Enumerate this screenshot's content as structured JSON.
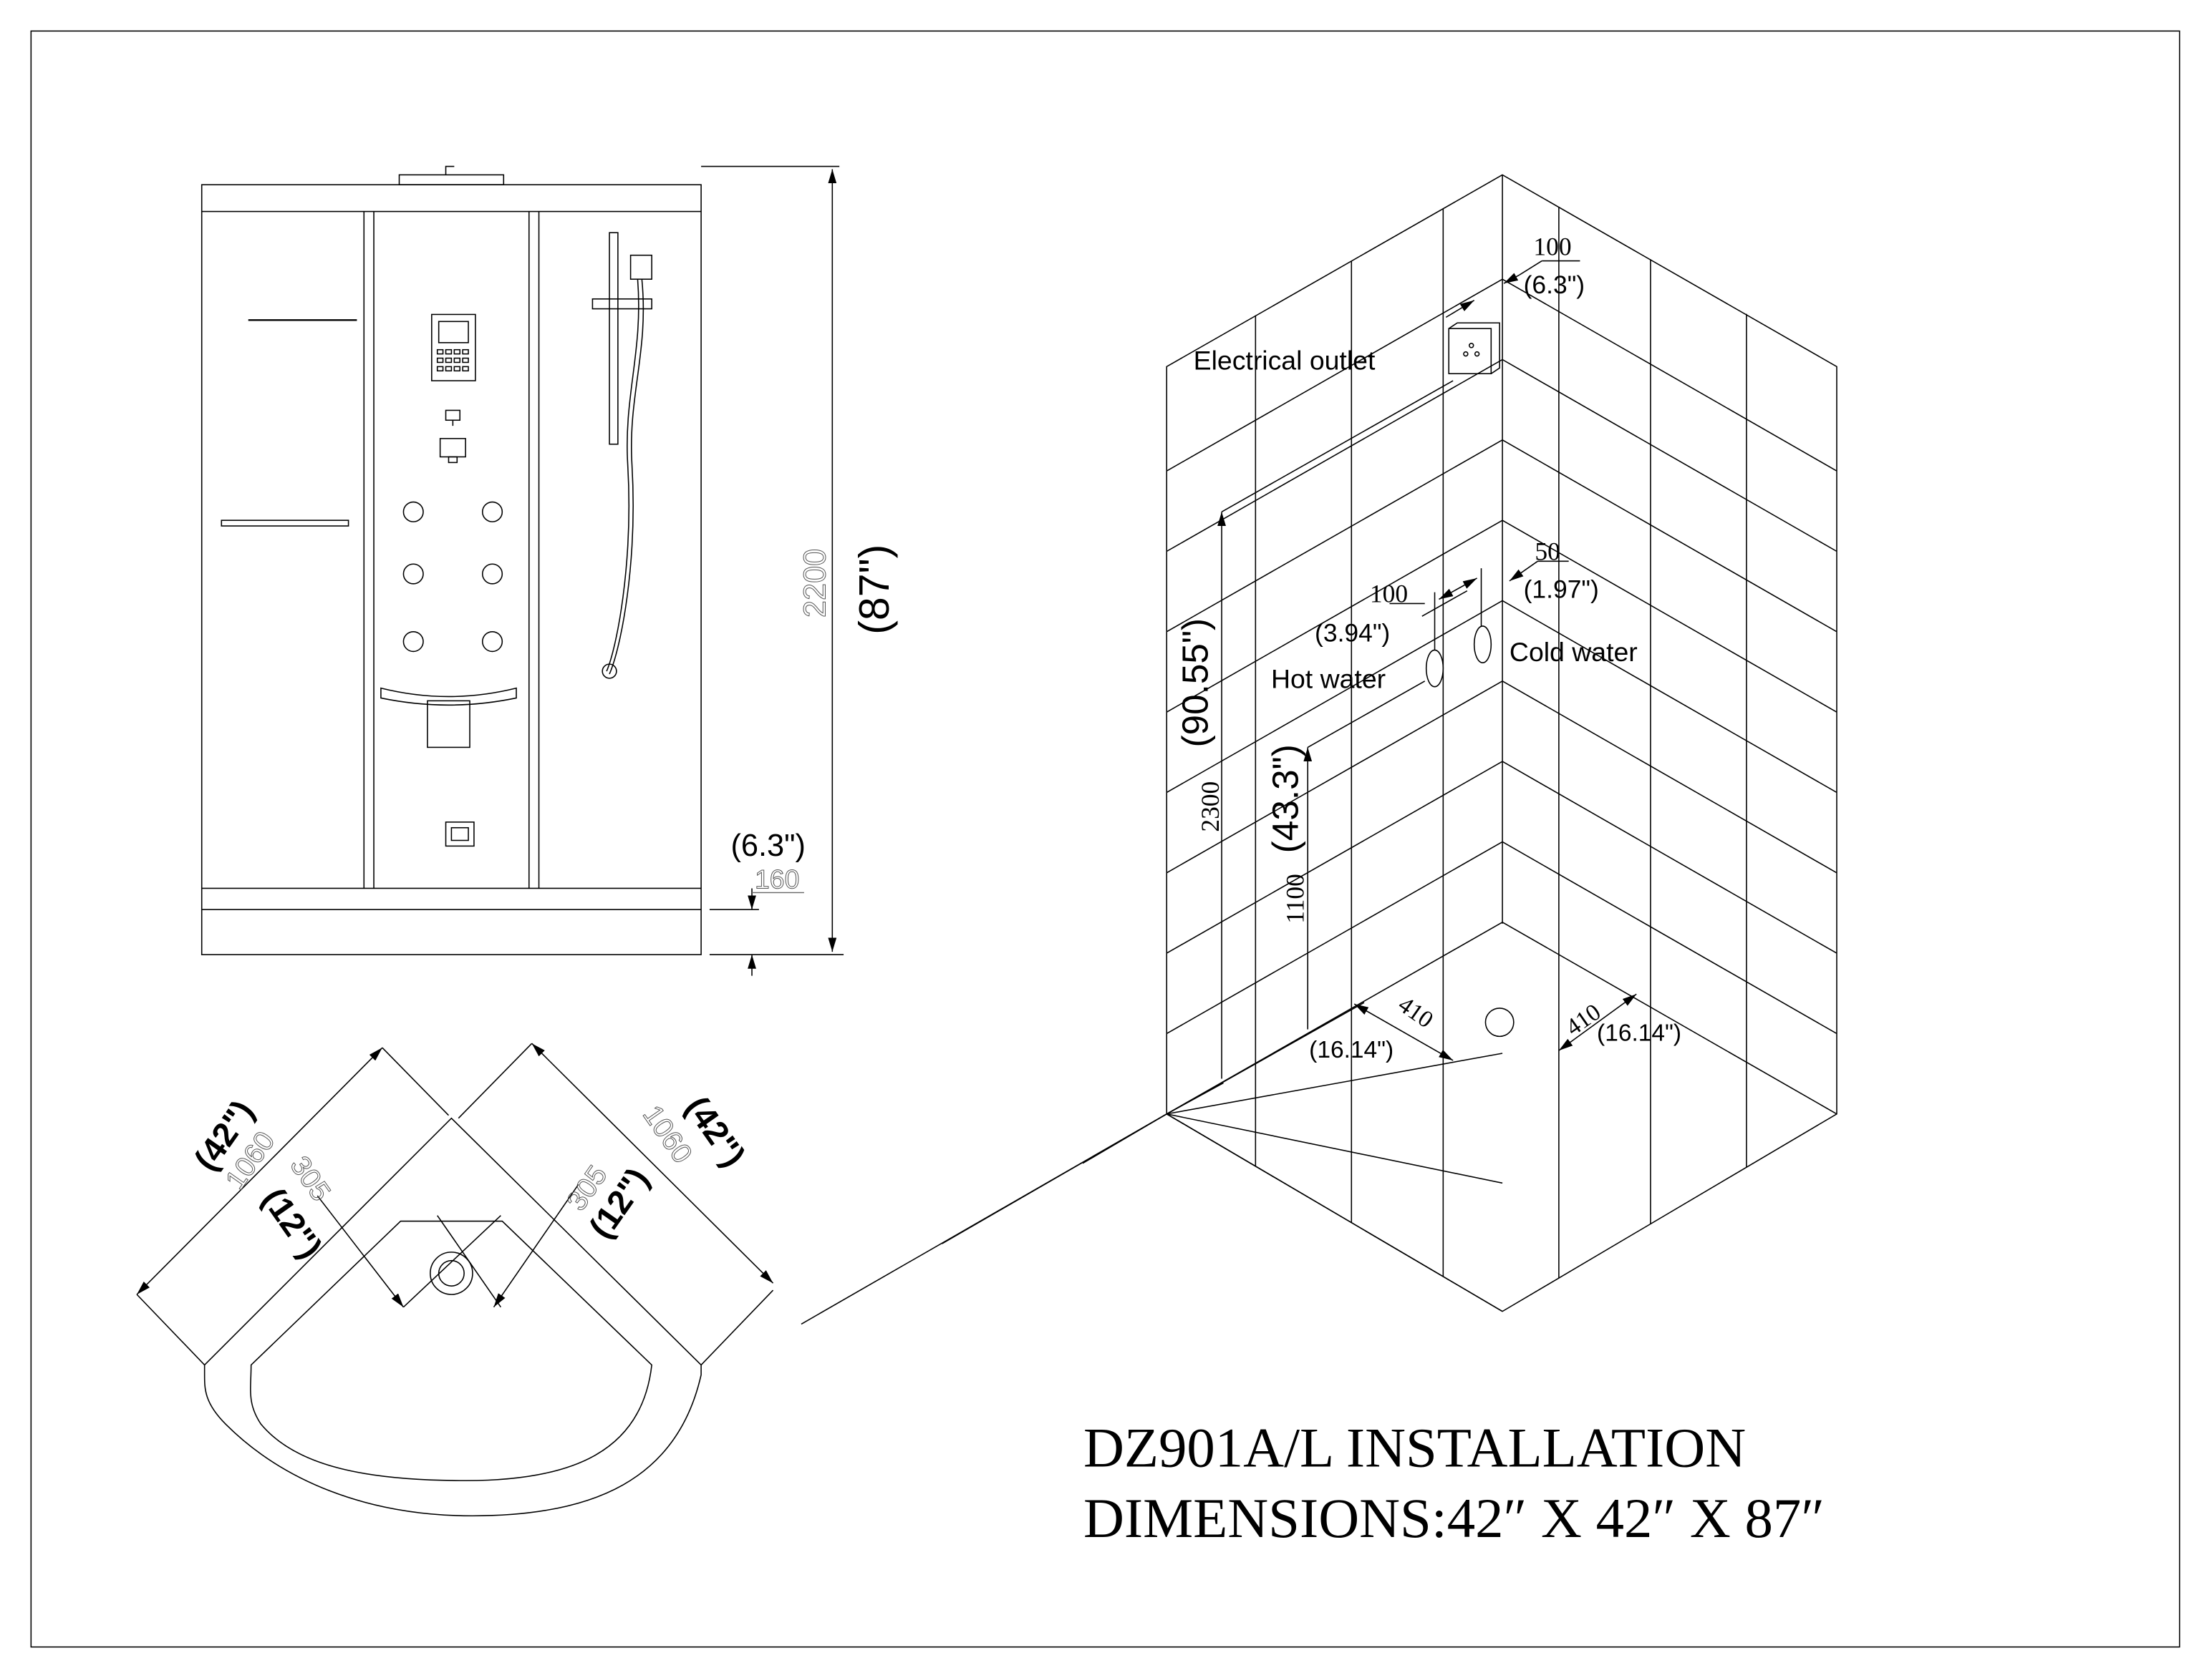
{
  "title": {
    "line1": "DZ901A/L INSTALLATION",
    "line2": "DIMENSIONS:42″ X 42″ X 87″"
  },
  "front_elevation": {
    "height_mm": "2200",
    "height_in": "(87\")",
    "base_mm": "160",
    "base_in": "(6.3\")"
  },
  "isometric": {
    "outlet_label": "Electrical outlet",
    "outlet_offset_mm": "100",
    "outlet_offset_in": "(6.3\")",
    "hot_label": "Hot water",
    "cold_label": "Cold water",
    "pipe_spacing_mm": "100",
    "pipe_spacing_in": "(3.94\")",
    "pipe_offset_mm": "50",
    "pipe_offset_in": "(1.97\")",
    "outlet_height_mm": "2300",
    "outlet_height_in": "(90.55\")",
    "pipe_height_mm": "1100",
    "pipe_height_in": "(43.3\")",
    "drain_left_mm": "410",
    "drain_left_in": "(16.14\")",
    "drain_right_mm": "410",
    "drain_right_in": "(16.14\")"
  },
  "plan_view": {
    "left_side_mm": "1060",
    "left_side_in": "(42\")",
    "right_side_mm": "1060",
    "right_side_in": "(42\")",
    "left_drain_mm": "305",
    "left_drain_in": "(12\")",
    "right_drain_mm": "305",
    "right_drain_in": "(12\")"
  }
}
